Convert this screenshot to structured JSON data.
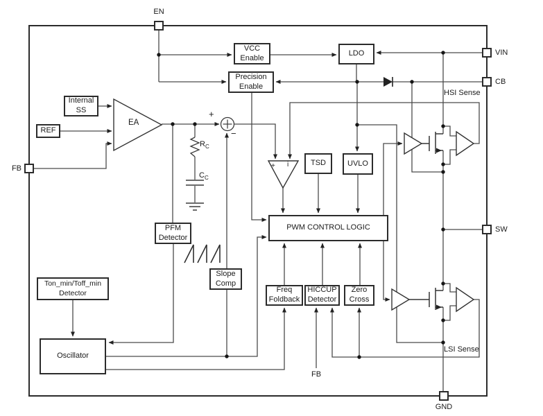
{
  "colors": {
    "wire": "#444444",
    "box_border": "#2b2b2b",
    "text": "#1a1a1a",
    "bg": "#ffffff"
  },
  "pins": {
    "en": "EN",
    "vin": "VIN",
    "cb": "CB",
    "sw": "SW",
    "gnd": "GND",
    "fb": "FB"
  },
  "blocks": {
    "vcc_enable": "VCC\nEnable",
    "ldo": "LDO",
    "precision_enable": "Precision\nEnable",
    "internal_ss": "Internal\nSS",
    "ref": "REF",
    "tsd": "TSD",
    "uvlo": "UVLO",
    "pwm": "PWM CONTROL LOGIC",
    "pfm": "PFM\nDetector",
    "slope_comp": "Slope\nComp",
    "freq_foldback": "Freq\nFoldback",
    "hiccup": "HICCUP\nDetector",
    "zero_cross": "Zero\nCross",
    "ton_toff": "Ton_min/Toff_min\nDetector",
    "oscillator": "Oscillator"
  },
  "labels": {
    "hsi_sense": "HSI Sense",
    "lsi_sense": "LSI Sense",
    "fb_internal": "FB",
    "ea": "EA",
    "sum_plus": "+",
    "sum_minus": "−",
    "comp_plus": "+",
    "comp_current": "i",
    "r_main": "R",
    "r_sub": "C",
    "c_main": "C",
    "c_sub": "C"
  }
}
